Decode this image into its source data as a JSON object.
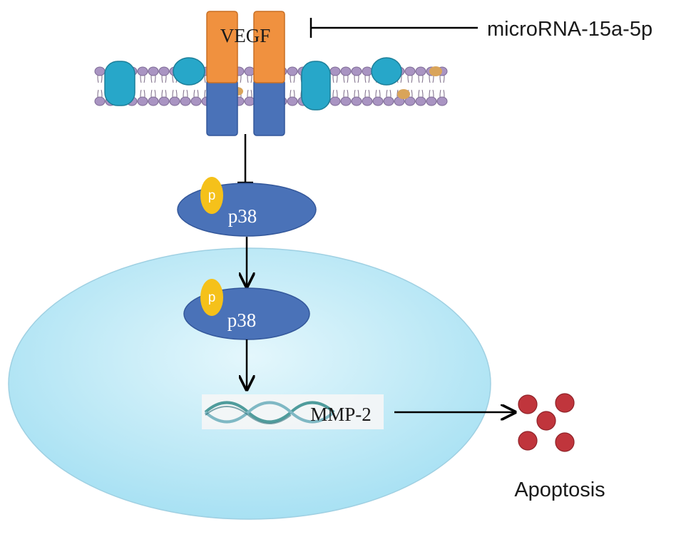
{
  "labels": {
    "receptor": "VEGF",
    "inhibitor": "microRNA-15a-5p",
    "kinase_cytoplasm": "p38",
    "kinase_nucleus": "p38",
    "phospho_1": "p",
    "phospho_2": "p",
    "gene": "MMP-2",
    "outcome": "Apoptosis"
  },
  "colors": {
    "receptor_extracellular": "#f0913f",
    "receptor_intracellular": "#4a72b8",
    "kinase": "#4a72b8",
    "phospho": "#f5c11a",
    "membrane_lipid": "#a994c2",
    "membrane_protein": "#27a7c9",
    "nucleus_fill": "#b8e8f6",
    "apoptosis_dot": "#c0353c",
    "dna_strand": "#6aa7a8"
  },
  "icons": [
    "inhibition-arrow",
    "activation-arrow",
    "dna-helix",
    "cell-membrane",
    "nucleus"
  ]
}
